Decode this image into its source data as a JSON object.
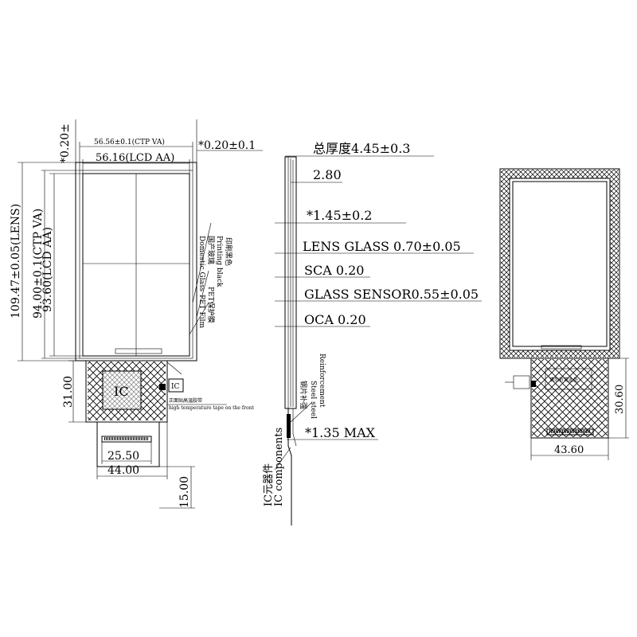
{
  "front_view": {
    "ctp_va_width": "56.56±0.1(CTP VA)",
    "lcd_aa_width": "56.16(LCD AA)",
    "top_tolerance": "*0.20±0.1",
    "left_tolerance": "*0.20±",
    "lens_height": "109.47±0.05(LENS)",
    "ctp_va_height": "94.00±0.1(CTP VA)",
    "lcd_aa_height": "93.60(LCD AA)",
    "fpc_height": "31.00",
    "fpc_tail": "15.00",
    "fpc_width": "44.00",
    "connector_width": "25.50",
    "ic_label": "IC",
    "ic_small_label": "IC",
    "printing_black_cn": "印刷黑色",
    "printing_black_en": "Printing black",
    "domestic_glass_cn": "国产玻璃",
    "domestic_glass_en": "Domestic Glass",
    "pet_film_cn": "PET保护膜",
    "pet_film_en": "PET Film",
    "tape_cn": "正面贴高温胶带",
    "tape_en": "high temperature tape on the front"
  },
  "side_view": {
    "total_thickness": "总厚度4.45±0.3",
    "t_280": "2.80",
    "t_145": "*1.45±0.2",
    "lens_glass": "LENS GLASS 0.70±0.05",
    "sca": "SCA 0.20",
    "glass_sensor": "GLASS SENSOR0.55±0.05",
    "oca": "OCA 0.20",
    "steel_cn": "钢片补强",
    "steel_en_1": "Steel steel",
    "steel_en_2": "Reinforcement",
    "max_thickness": "*1.35 MAX",
    "ic_comp_cn": "IC元器件",
    "ic_comp_en": "IC components"
  },
  "back_view": {
    "fpc_width": "43.60",
    "fpc_height": "30.60",
    "label_text": "请勿折弯此处"
  }
}
